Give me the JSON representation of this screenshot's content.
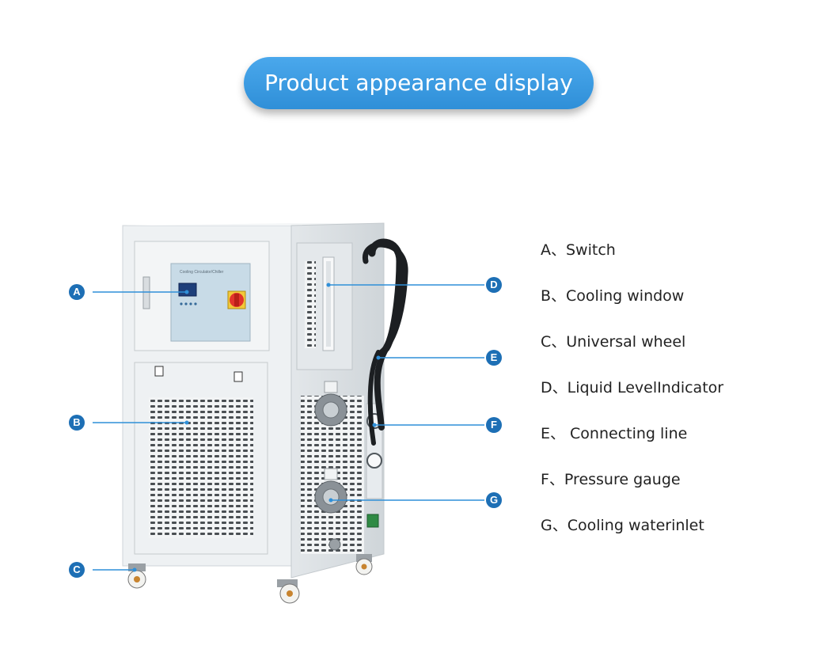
{
  "banner": {
    "title": "Product appearance display"
  },
  "markers": {
    "a": "A",
    "b": "B",
    "c": "C",
    "d": "D",
    "e": "E",
    "f": "F",
    "g": "G"
  },
  "legend": [
    "A、Switch",
    "B、Cooling window",
    "C、Universal wheel",
    "D、Liquid LevelIndicator",
    "E、 Connecting line",
    "F、Pressure gauge",
    "G、Cooling waterinlet"
  ],
  "panel": {
    "label": "Cooling Circulator/Chiller"
  },
  "colors": {
    "accent": "#2f8fd8",
    "marker": "#1d6fb5",
    "body": "#eceff1",
    "switch": "#e2342b"
  }
}
